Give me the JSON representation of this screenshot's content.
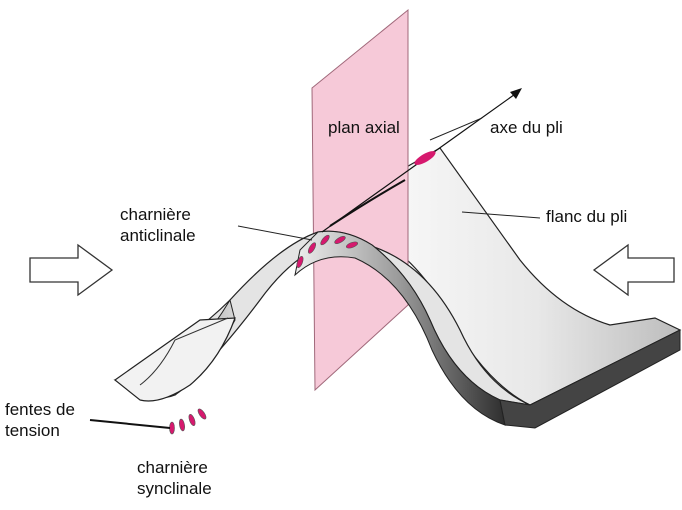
{
  "labels": {
    "plan_axial": "plan axial",
    "axe_du_pli": "axe du pli",
    "charniere_anticlinale_1": "charnière",
    "charniere_anticlinale_2": "anticlinale",
    "flanc_du_pli": "flanc du pli",
    "fentes_1": "fentes de",
    "fentes_2": "tension",
    "charniere_synclinale_1": "charnière",
    "charniere_synclinale_2": "synclinale"
  },
  "colors": {
    "axial_plane": "#f6c9d8",
    "tension_gash": "#d6196e",
    "fold_dark": "#3a3a3a"
  }
}
